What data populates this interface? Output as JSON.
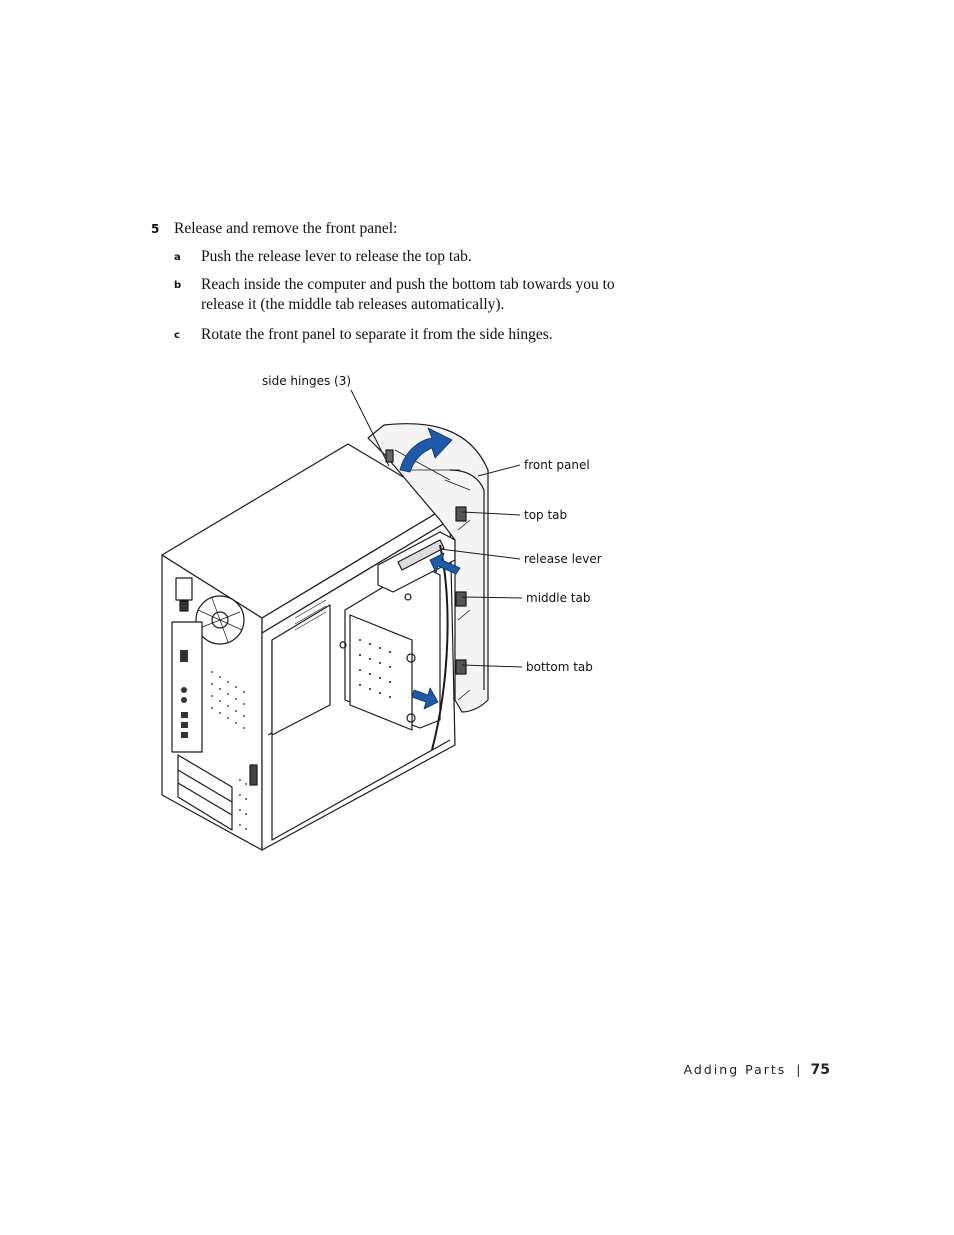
{
  "step": {
    "number": "5",
    "text": "Release and remove the front panel:",
    "substeps": [
      {
        "marker": "a",
        "text": "Push the release lever to release the top tab."
      },
      {
        "marker": "b",
        "text": "Reach inside the computer and push the bottom tab towards you to release it (the middle tab releases automatically)."
      },
      {
        "marker": "c",
        "text": "Rotate the front panel to separate it from the side hinges."
      }
    ]
  },
  "figure": {
    "callouts": {
      "side_hinges": "side hinges (3)",
      "front_panel": "front panel",
      "top_tab": "top tab",
      "release_lever": "release lever",
      "middle_tab": "middle tab",
      "bottom_tab": "bottom tab"
    },
    "colors": {
      "arrow": "#1f5aa8",
      "line": "#1a1a1a"
    }
  },
  "footer": {
    "section": "Adding Parts",
    "separator": "|",
    "page_number": "75"
  }
}
